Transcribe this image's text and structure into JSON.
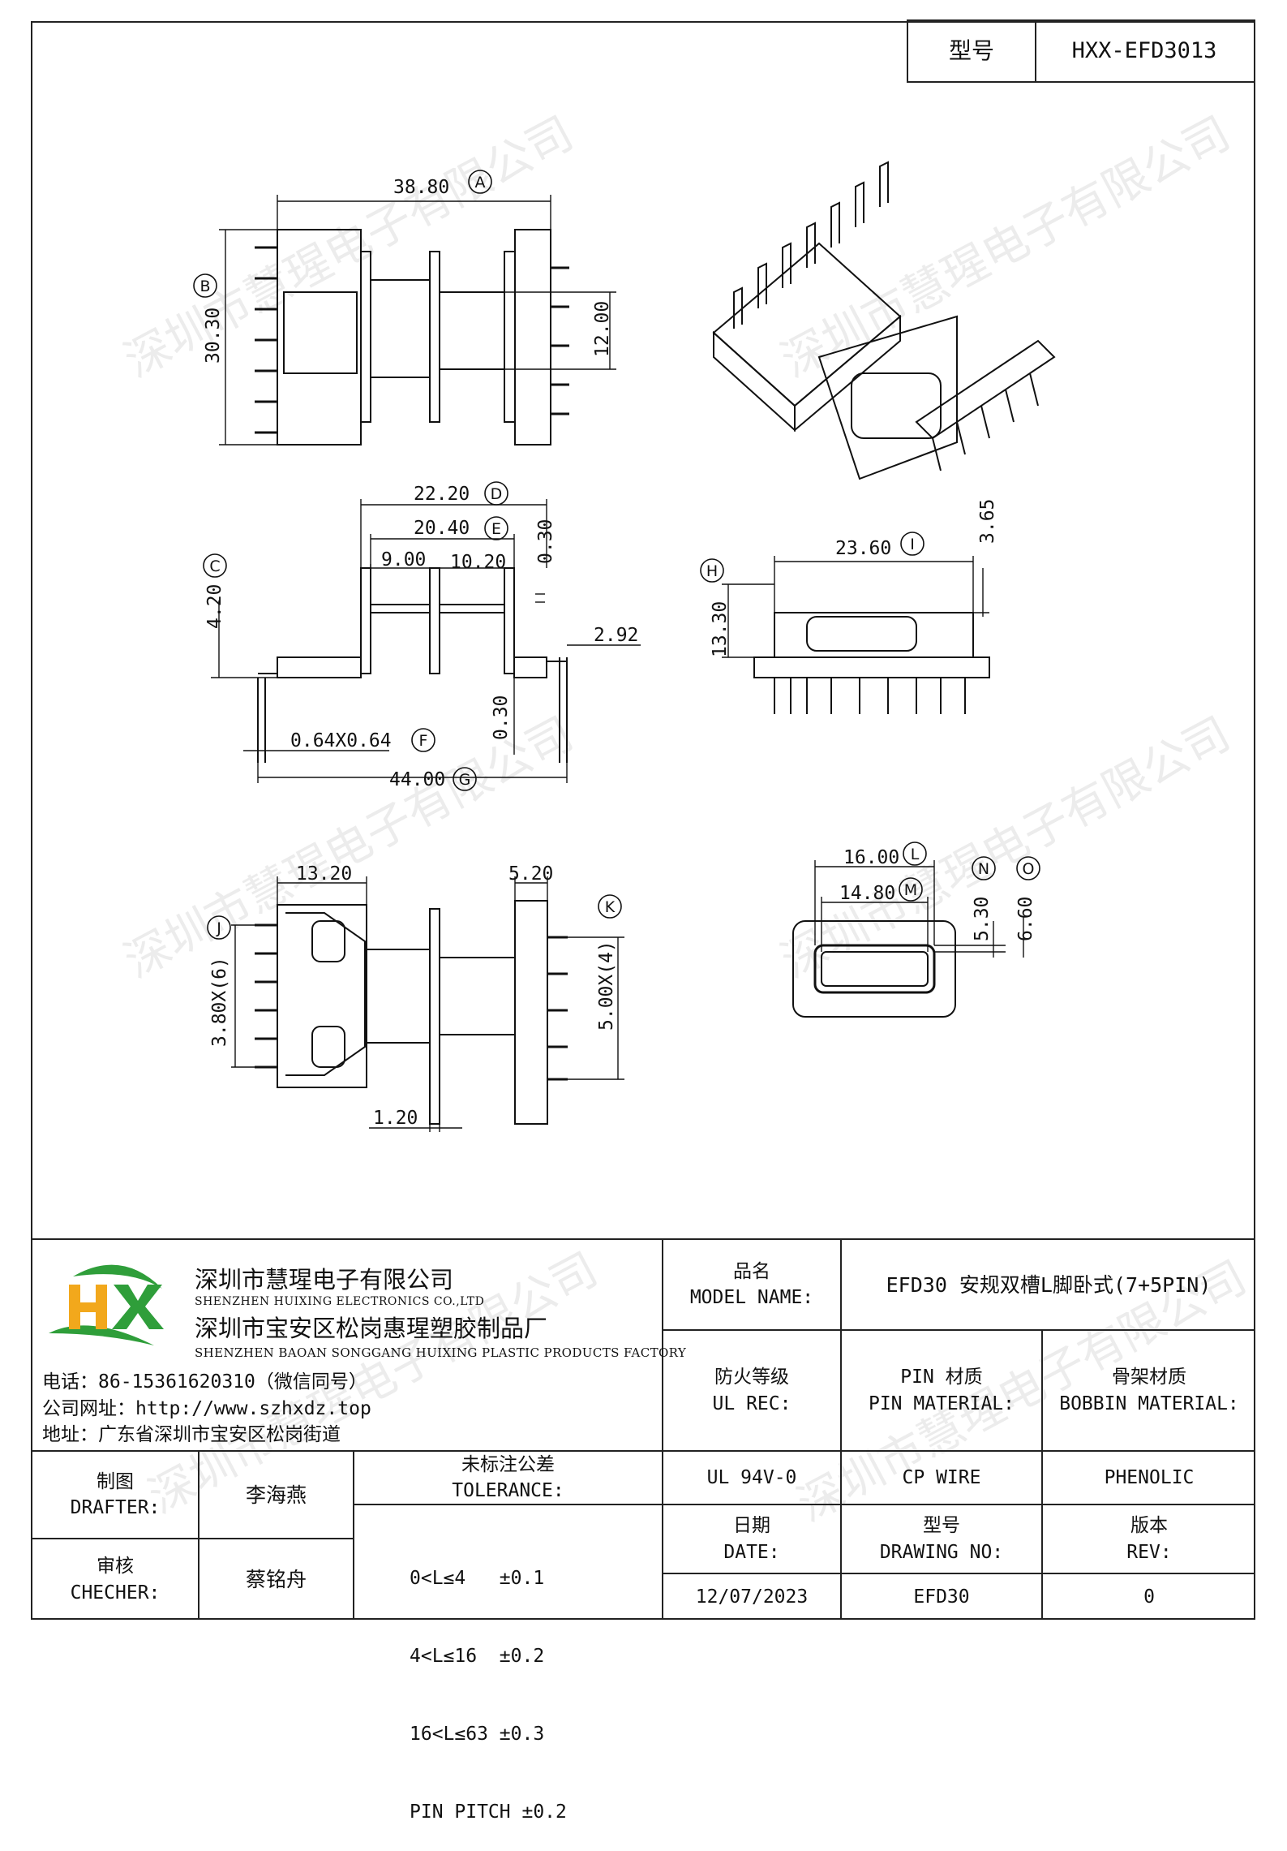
{
  "header": {
    "model_label": "型号",
    "model_value": "HXX-EFD3013"
  },
  "watermark": {
    "text": "深圳市慧瑆电子有限公司"
  },
  "drawing": {
    "dims": {
      "A": "38.80",
      "B": "30.30",
      "h12": "12.00",
      "D": "22.20",
      "E": "20.40",
      "d900": "9.00",
      "d1020": "10.20",
      "d030a": "0.30",
      "C": "4.20",
      "d292": "2.92",
      "F": "0.64X0.64",
      "d030b": "0.30",
      "G": "44.00",
      "I": "23.60",
      "d365": "3.65",
      "H": "13.30",
      "d1320": "13.20",
      "d520": "5.20",
      "J": "3.80X(6)",
      "K": "5.00X(4)",
      "d120": "1.20",
      "L": "16.00",
      "M": "14.80",
      "N": "5.30",
      "O": "6.60"
    },
    "circle_labels": [
      "A",
      "B",
      "C",
      "D",
      "E",
      "F",
      "G",
      "H",
      "I",
      "J",
      "K",
      "L",
      "M",
      "N",
      "O"
    ]
  },
  "company": {
    "logo_text": "HX",
    "name_cn": "深圳市慧瑆电子有限公司",
    "name_en": "SHENZHEN HUIXING ELECTRONICS CO.,LTD",
    "factory_cn": "深圳市宝安区松岗惠瑆塑胶制品厂",
    "factory_en": "SHENZHEN BAOAN SONGGANG HUIXING PLASTIC PRODUCTS FACTORY",
    "phone": "电话：86-15361620310（微信同号）",
    "website": "公司网址：http://www.szhxdz.top",
    "address": "地址：广东省深圳市宝安区松岗街道"
  },
  "title_block": {
    "model_name_cn": "品名",
    "model_name_en": "MODEL NAME:",
    "model_name_value": "EFD30 安规双槽L脚卧式(7+5PIN)",
    "ul_cn": "防火等级",
    "ul_en": "UL REC:",
    "pin_cn": "PIN 材质",
    "pin_en": "PIN MATERIAL:",
    "bobbin_cn": "骨架材质",
    "bobbin_en": "BOBBIN MATERIAL:",
    "ul_value": "UL 94V-0",
    "pin_value": "CP WIRE",
    "bobbin_value": "PHENOLIC",
    "date_cn": "日期",
    "date_en": "DATE:",
    "drawing_no_cn": "型号",
    "drawing_no_en": "DRAWING NO:",
    "rev_cn": "版本",
    "rev_en": "REV:",
    "date_value": "12/07/2023",
    "drawing_no_value": "EFD30",
    "rev_value": "0",
    "drafter_cn": "制图",
    "drafter_en": "DRAFTER:",
    "drafter_name": "李海燕",
    "checker_cn": "审核",
    "checker_en": "CHECHER:",
    "checker_name": "蔡铭舟",
    "tolerance_cn": "未标注公差",
    "tolerance_en": "TOLERANCE:",
    "tolerances": [
      "0<L≤4   ±0.1",
      "4<L≤16  ±0.2",
      "16<L≤63 ±0.3",
      "PIN PITCH ±0.2"
    ]
  }
}
